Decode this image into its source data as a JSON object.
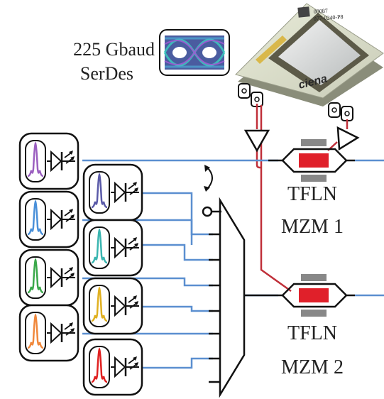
{
  "serdes": {
    "line1": "225 Gbaud",
    "line2": "SerDes"
  },
  "chip": {
    "brand": "ciena",
    "marking1": "00087",
    "marking2": "077-0240-P8"
  },
  "modulators": [
    {
      "line1": "TFLN",
      "line2": "MZM 1"
    },
    {
      "line1": "TFLN",
      "line2": "MZM 2"
    }
  ],
  "sources": [
    {
      "color": "#9b5fc0"
    },
    {
      "color": "#5a5aa8"
    },
    {
      "color": "#4a90d9"
    },
    {
      "color": "#3ab5b0"
    },
    {
      "color": "#3aa84a"
    },
    {
      "color": "#e0b020"
    },
    {
      "color": "#f0883c"
    },
    {
      "color": "#e02020"
    }
  ],
  "colors": {
    "fiber": "#5b8fd0",
    "rf": "#c0303a",
    "electrode": "#e0202a",
    "ground": "#888888",
    "eye_a": "#2f9bc7",
    "eye_b": "#7a3fb0"
  }
}
